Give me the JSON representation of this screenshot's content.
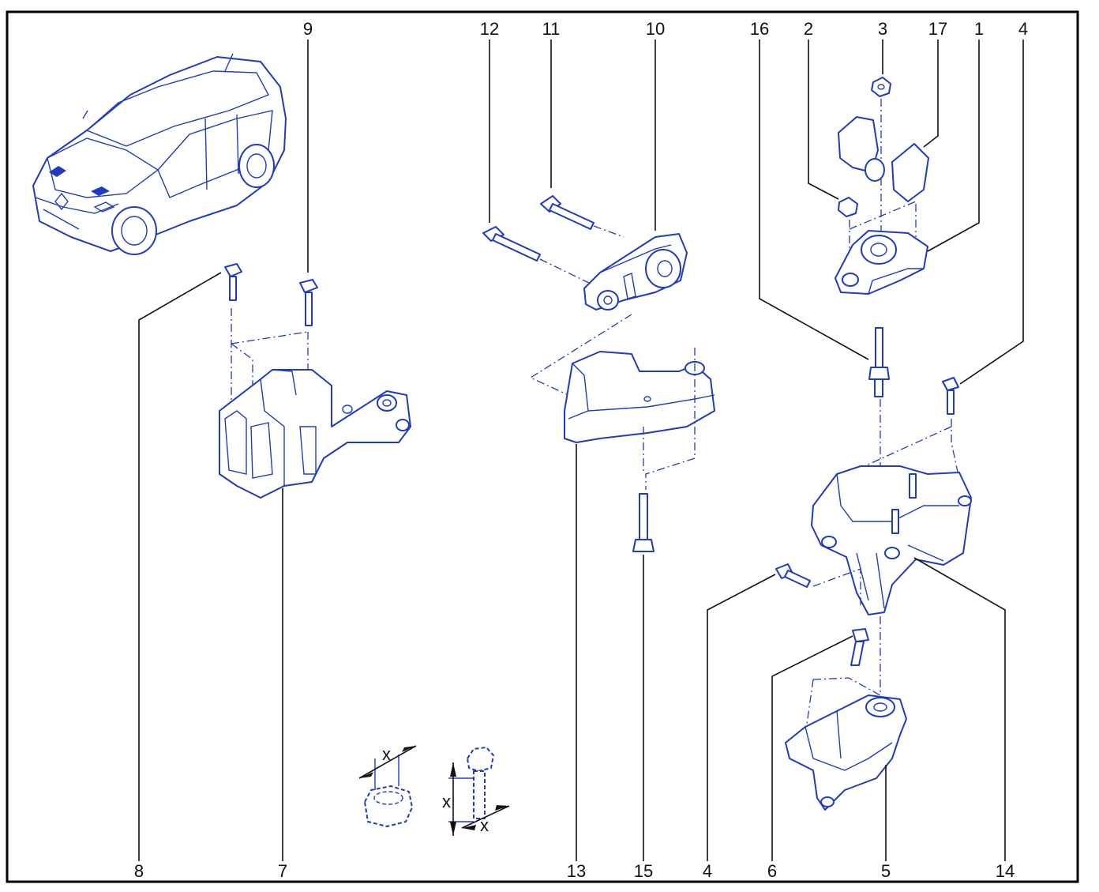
{
  "colors": {
    "line_art": "#1f3bbf",
    "callout": "#111111",
    "frame": "#000000",
    "background": "#ffffff"
  },
  "callouts": {
    "c9": "9",
    "c12": "12",
    "c11": "11",
    "c10": "10",
    "c16": "16",
    "c2": "2",
    "c3": "3",
    "c17": "17",
    "c1": "1",
    "c4_top": "4",
    "c8": "8",
    "c7": "7",
    "c13": "13",
    "c15": "15",
    "c4_bottom": "4",
    "c6": "6",
    "c5": "5",
    "c14": "14"
  },
  "detail": {
    "dimension_label": "x"
  }
}
